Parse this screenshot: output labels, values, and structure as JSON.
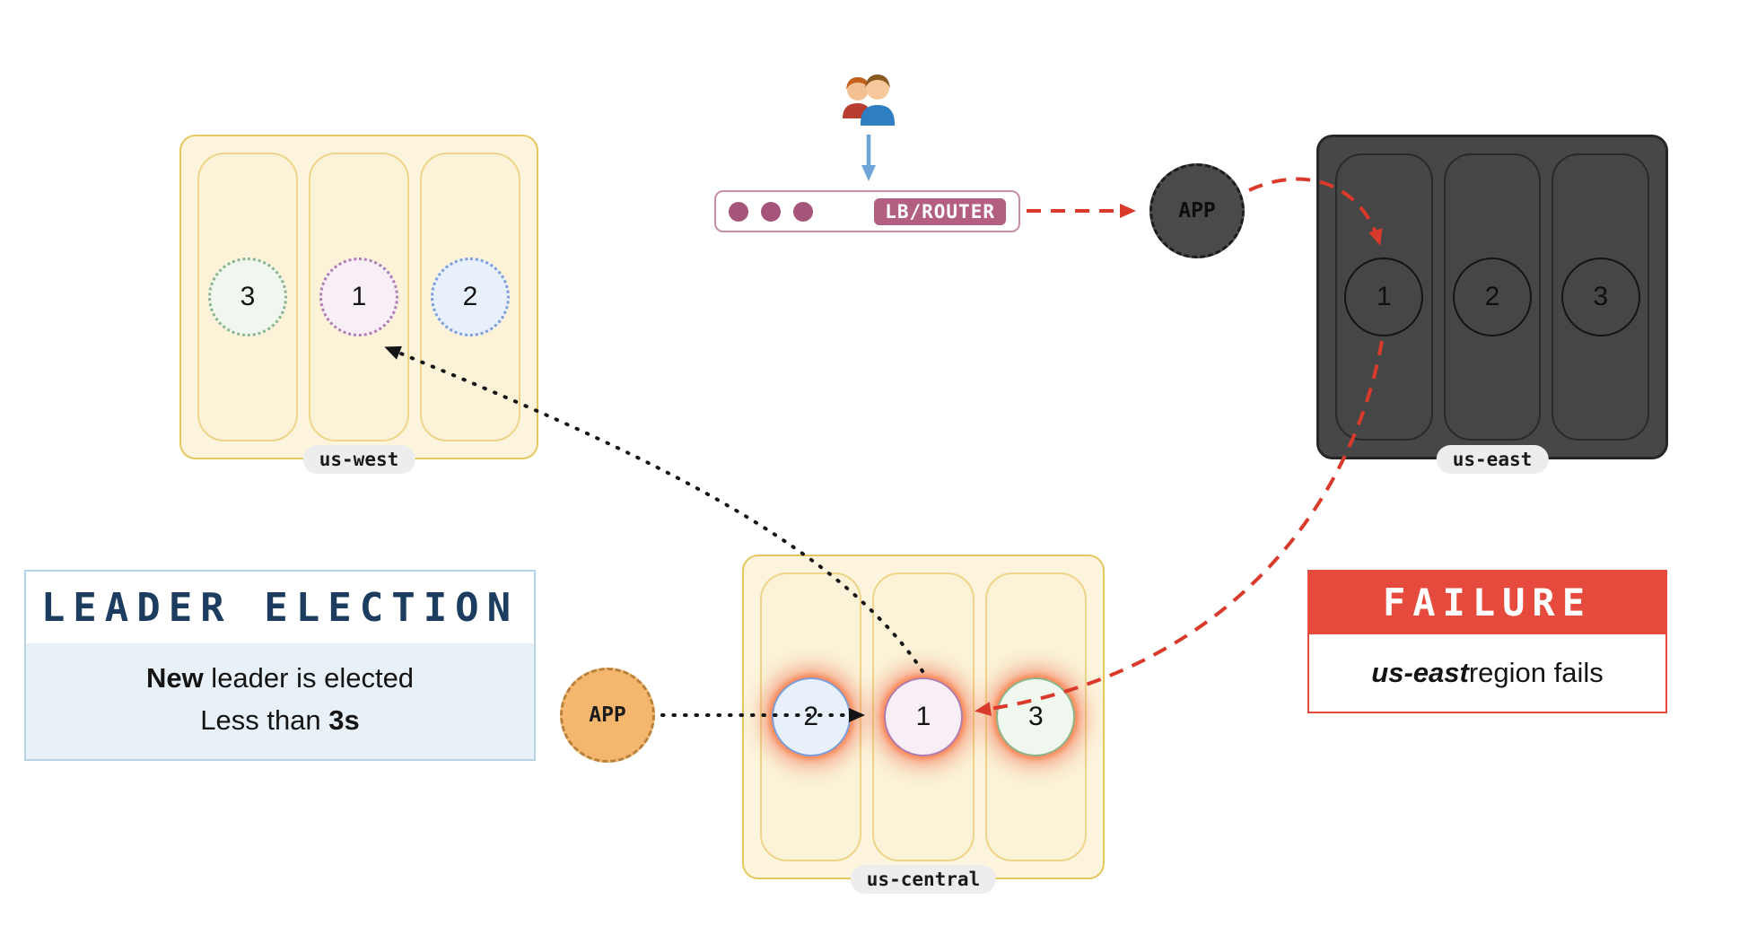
{
  "lb_router": {
    "label": "LB/ROUTER"
  },
  "apps": {
    "east": "APP",
    "central": "APP"
  },
  "regions": {
    "us_west": {
      "label": "us-west",
      "nodes": [
        "3",
        "1",
        "2"
      ]
    },
    "us_east": {
      "label": "us-east",
      "nodes": [
        "1",
        "2",
        "3"
      ]
    },
    "us_central": {
      "label": "us-central",
      "nodes": [
        "2",
        "1",
        "3"
      ]
    }
  },
  "panels": {
    "leader_election": {
      "title": "LEADER ELECTION",
      "line1": {
        "bold": "New",
        "rest": " leader is elected"
      },
      "line2": {
        "pre": "Less than ",
        "bold": "3s"
      }
    },
    "failure": {
      "title": "FAILURE",
      "bold": "us-east",
      "rest": " region fails"
    }
  },
  "colors": {
    "region_fill": "#fcf4dc",
    "region_border": "#e6c75e",
    "dark_region": "#474747",
    "red_accent": "#d93a2b",
    "lb_badge": "#b25f82",
    "app_orange": "#f4b76d",
    "leader_title_blue": "#1d3d60",
    "failure_red": "#e64a3c"
  }
}
